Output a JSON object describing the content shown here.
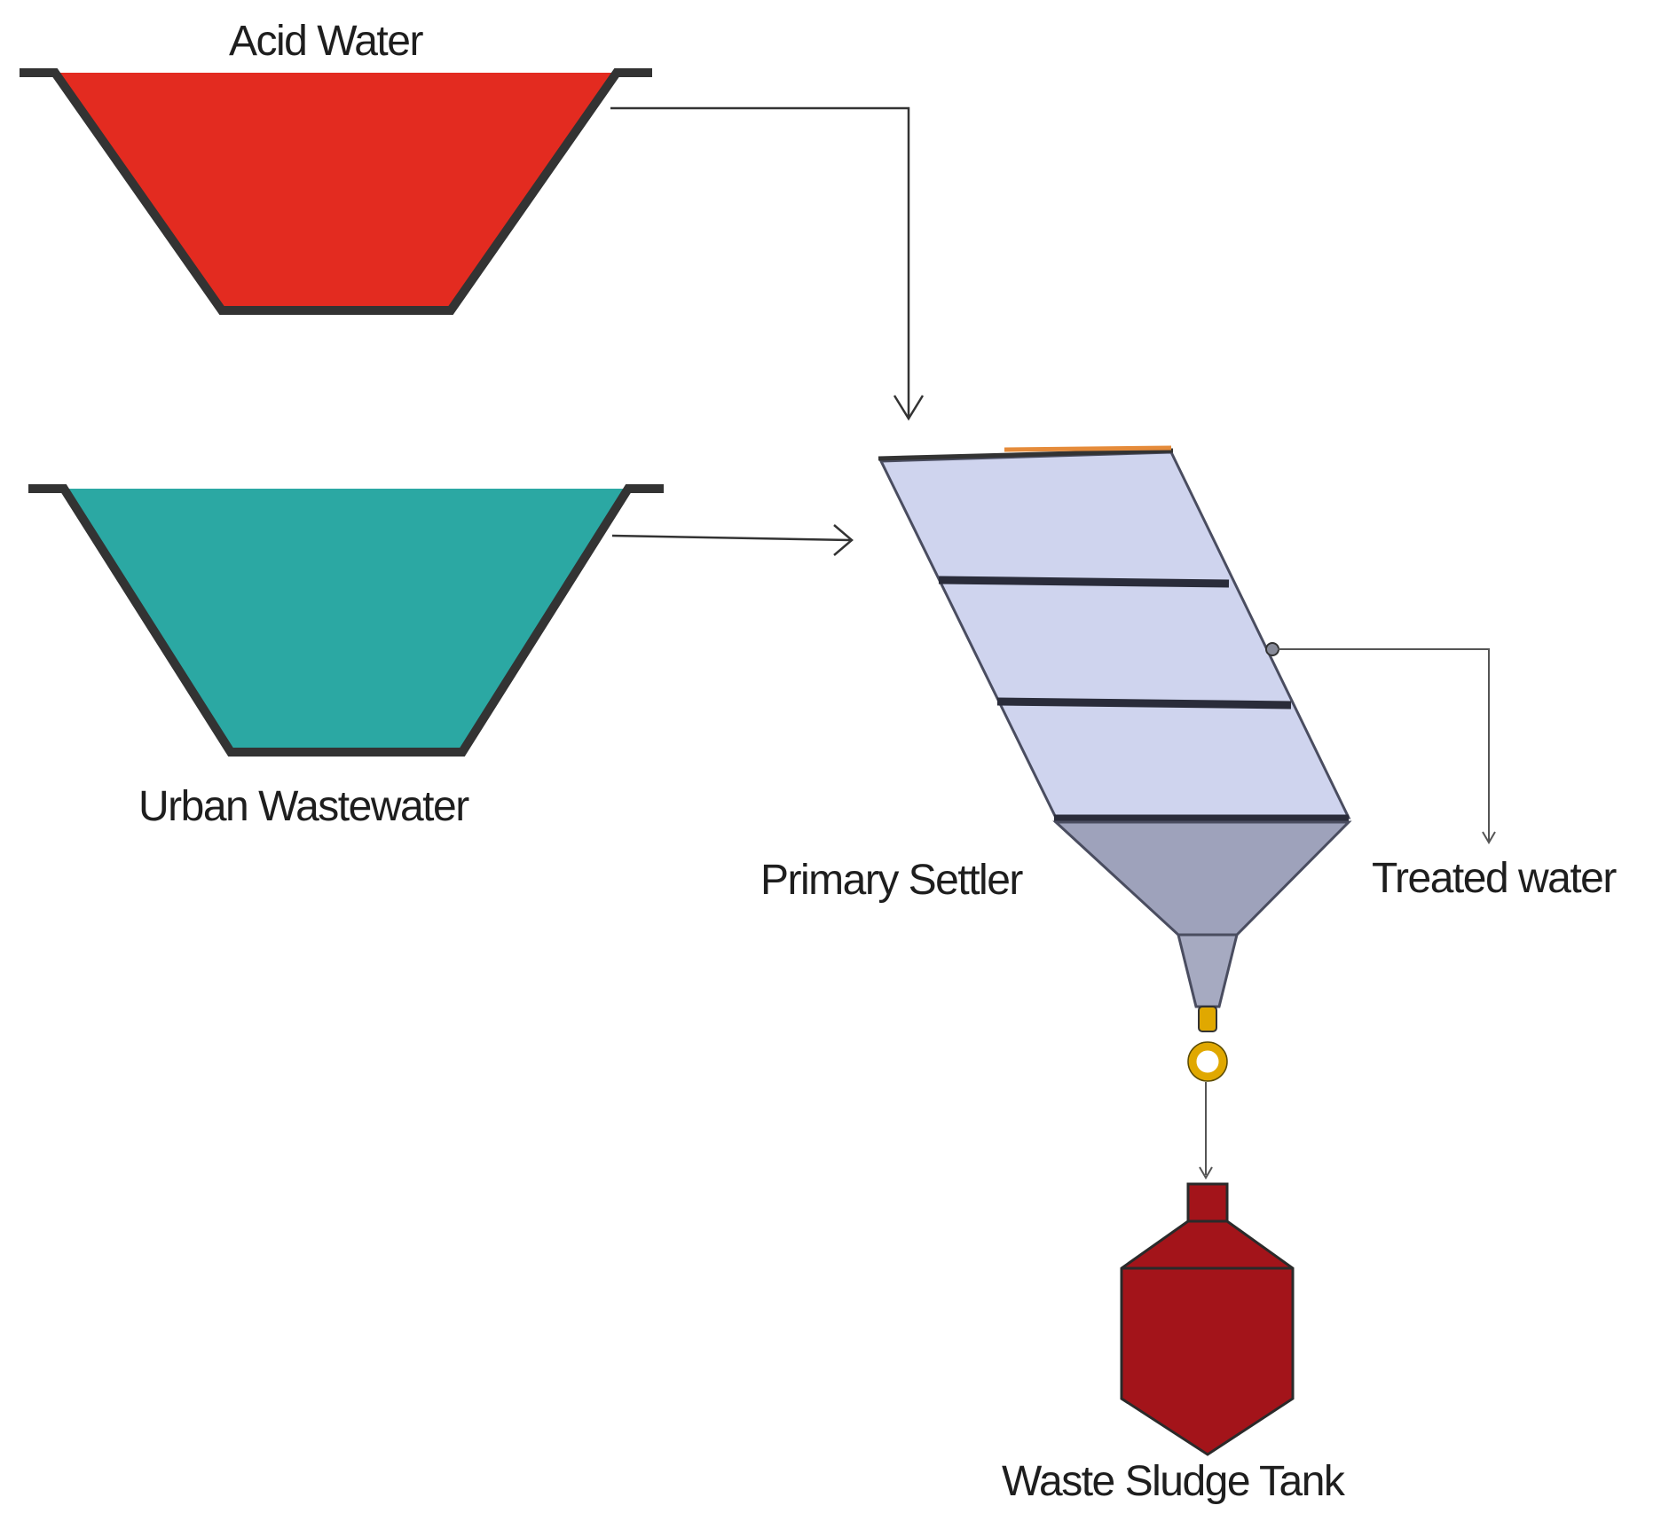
{
  "labels": {
    "acid_water": "Acid Water",
    "urban_wastewater": "Urban Wastewater",
    "primary_settler": "Primary Settler",
    "treated_water": "Treated water",
    "waste_sludge_tank": "Waste Sludge Tank"
  },
  "colors": {
    "acid_water_fill": "#e32b20",
    "urban_wastewater_fill": "#2ba8a3",
    "settler_body": "#cfd4ee",
    "settler_cone": "#9ea2bb",
    "sludge_tank_fill": "#a3141a",
    "valve": "#e0a800",
    "basin_outline": "#333333"
  }
}
